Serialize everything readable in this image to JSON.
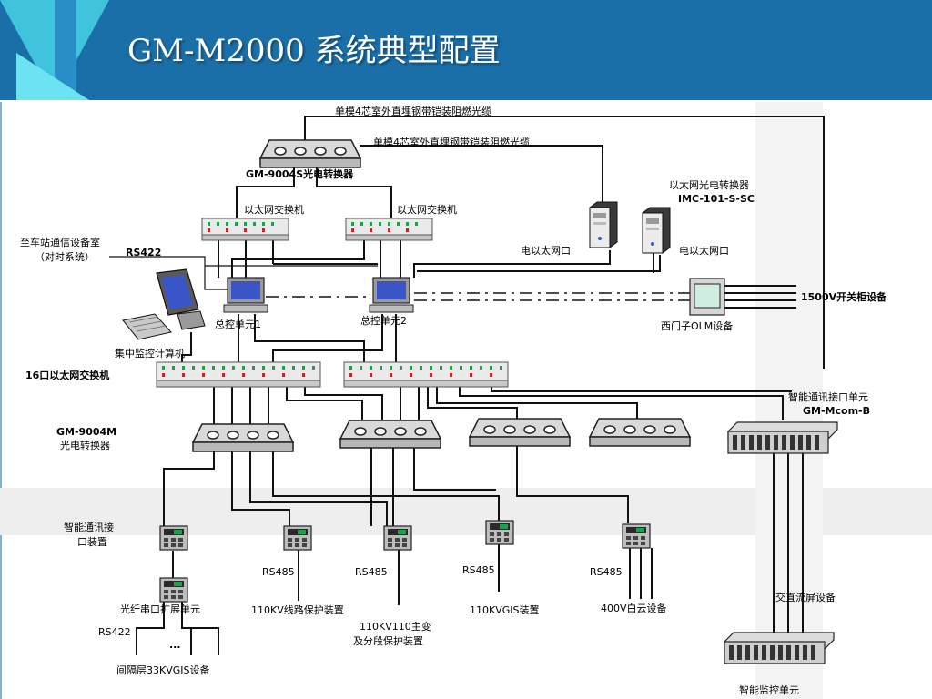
{
  "title": "GM-M2000 系统典型配置",
  "labels": {
    "fiber_top": "单模4芯室外直埋钢带铠装阻燃光缆",
    "fiber_mid": "单模4芯室外直埋钢带铠装阻燃光缆",
    "conv_top": "GM-9004S光电转换器",
    "eth_sw_1": "以太网交换机",
    "eth_sw_2": "以太网交换机",
    "imc_line1": "以太网光电转换器",
    "imc_line2": "IMC-101-S-SC",
    "elec_port_1": "电以太网口",
    "elec_port_2": "电以太网口",
    "station_line1": "至车站通信设备室",
    "station_line2": "（对时系统）",
    "rs422_top": "RS422",
    "ctrl1": "总控单元1",
    "ctrl2": "总控单元2",
    "switchgear": "1500V开关柜设备",
    "olm": "西门子OLM设备",
    "monitor_pc": "集中监控计算机",
    "sw16": "16口以太网交换机",
    "mcom_line1": "智能通讯接口单元",
    "mcom_line2": "GM-Mcom-B",
    "conv_m_line1": "GM-9004M",
    "conv_m_line2": "光电转换器",
    "intf_line1": "智能通讯接",
    "intf_line2": "口装置",
    "rs485_1": "RS485",
    "rs485_2": "RS485",
    "rs485_3": "RS485",
    "rs485_4": "RS485",
    "serial_ext": "光纤串口扩展单元",
    "rs422_bottom": "RS422",
    "ellipsis": "...",
    "bay33": "间隔层33KVGIS设备",
    "line110": "110KV线路保护装置",
    "tr110_line1": "110KV110主变",
    "tr110_line2": "及分段保护装置",
    "gis110": "110KVGIS装置",
    "v400": "400V白云设备",
    "acdc": "交直流屏设备",
    "smart_mon": "智能监控单元"
  },
  "colors": {
    "header": "#1b6fa8",
    "accent": "#46d4e8",
    "led_green": "#1aa34a",
    "led_red": "#d0202a",
    "screen": "#3a55c8"
  }
}
